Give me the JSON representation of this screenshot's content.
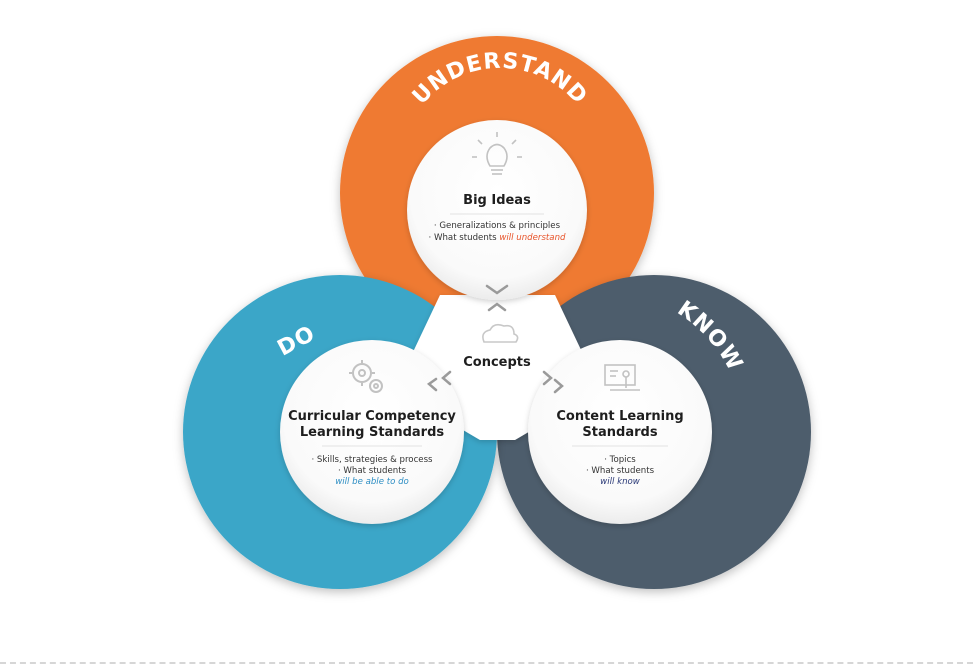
{
  "colors": {
    "understand": "#ef7a30",
    "do": "#3aa6c8",
    "know": "#4d5d6c",
    "accent_orange": "#e8542a",
    "accent_blue": "#2f8fc4",
    "accent_navy": "#2b3a78"
  },
  "rings": {
    "understand": "UNDERSTAND",
    "do": "DO",
    "know": "KNOW"
  },
  "center": {
    "label": "Concepts",
    "icon": "cloud-icon"
  },
  "big_ideas": {
    "icon": "lightbulb-icon",
    "title": "Big Ideas",
    "line1": "· Generalizations & principles",
    "line2_prefix": "· What students ",
    "line2_emph": "will understand"
  },
  "do_card": {
    "icon": "gears-icon",
    "title1": "Curricular Competency",
    "title2": "Learning Standards",
    "line1": "· Skills, strategies & process",
    "line2": "· What students",
    "line3": "will be able to do"
  },
  "know_card": {
    "icon": "teacher-icon",
    "title1": "Content Learning",
    "title2": "Standards",
    "line1": "· Topics",
    "line2": "· What students",
    "line3": "will know"
  }
}
